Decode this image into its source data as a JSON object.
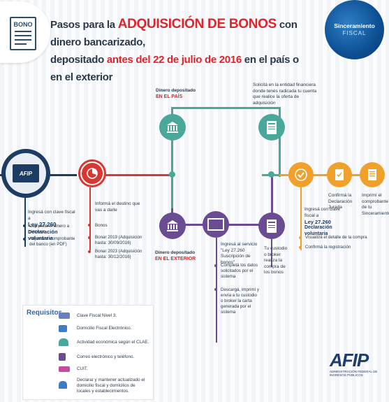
{
  "header": {
    "bono_label": "BONO",
    "title_pre": "Pasos para la ",
    "title_highlight": "ADQUISICIÓN DE BONOS",
    "title_post": " con dinero bancarizado,",
    "line2_pre": "depositado ",
    "line2_highlight": "antes del 22 de julio de 2016",
    "line2_post": " en el país o en el exterior",
    "sinc_title": "Sinceramiento",
    "sinc_sub": "FISCAL"
  },
  "flow": {
    "afip_screen": "AFIP",
    "step1_intro": "Ingresá con clave fiscal a",
    "step1_ley": "Ley 27.260",
    "step1_ddjj": "Declaración voluntaria",
    "step1_items": [
      "Completá el dinero a sincerar",
      "Adjuntá el comprobante del banco (en PDF)"
    ],
    "step2_intro": "Informá el destino que vas a darle",
    "step2_items": [
      "Bonos",
      "Bonar 2019 (Adquisición hasta: 30/09/2016)",
      "Bonar 2023 (Adquisición hasta: 30/12/2016)"
    ],
    "pais_top": "Dinero depositado",
    "pais_label": "EN EL PAÍS",
    "ext_top": "Dinero depositado",
    "ext_label": "EN EL EXTERIOR",
    "entidad_text": "Solicitá en la entidad financiera donde tenés radicada tu cuenta que realice la oferta de adquisición",
    "custodio_text": "Tu custodio o broker realiza la compra de los bonos",
    "servicio_intro": "Ingresá al servicio",
    "servicio_name": "\"Ley 27.260 Suscripción de bonos\"",
    "servicio_items": [
      "Completá los datos solicitados por el sistema",
      "Descargá, imprimí y envía a tu custodio o broker la carta generada por el sistema"
    ],
    "final_intro": "Ingresá con clave fiscal a",
    "final_ley": "Ley 27.260",
    "final_ddjj": "Declaración voluntaria",
    "final_items": [
      "Visualizá el detalle de la compra",
      "Confirmá la registración"
    ],
    "confirm_text": "Confirmá la Declaración Jurada",
    "print_text": "Imprimí el comprobante de tu Sinceramiento"
  },
  "requisitos": {
    "title": "Requisitos",
    "items": [
      "Clave Fiscal Nivel 3.",
      "Domicilio Fiscal Electrónico.",
      "Actividad económica según el CLAE.",
      "Correo electrónico y teléfono.",
      "CUIT.",
      "Declarar y mantener actualizado el domicilio fiscal y domicilios de locales y establecimientos."
    ],
    "icons": [
      "key-icon",
      "mail-icon",
      "people-icon",
      "phone-icon",
      "cuit-icon",
      "house-icon"
    ]
  },
  "footer": {
    "logo": "AFIP",
    "logo_sub": "ADMINISTRACIÓN FEDERAL DE INGRESOS PÚBLICOS"
  },
  "colors": {
    "navy": "#1d3c63",
    "red": "#e2232a",
    "teal": "#4aa89b",
    "purple": "#6a4c93",
    "orange": "#f0a12c",
    "brand_blue": "#0d4f93"
  }
}
